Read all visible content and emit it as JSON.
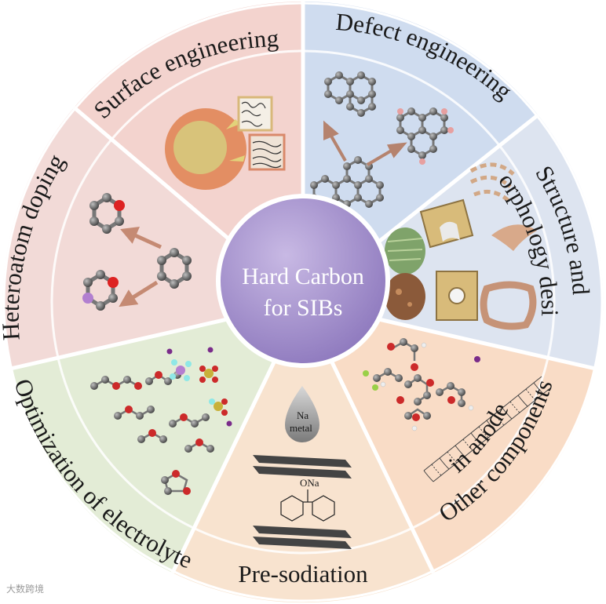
{
  "center": {
    "line1": "Hard Carbon",
    "line2": "for SIBs"
  },
  "sectors": [
    {
      "key": "surface",
      "label": "Surface engineering"
    },
    {
      "key": "defect",
      "label": "Defect engineering"
    },
    {
      "key": "structure",
      "label_line1": "Structure and",
      "label_line2": "morphology design"
    },
    {
      "key": "other",
      "label_line1": "Other components",
      "label_line2": "in anode"
    },
    {
      "key": "presodiation",
      "label": "Pre-sodiation"
    },
    {
      "key": "electrolyte",
      "label": "Optimization of electrolyte"
    },
    {
      "key": "heteroatom",
      "label": "Heteroatom doping"
    }
  ],
  "annotations": {
    "na_metal_line1": "Na",
    "na_metal_line2": "metal",
    "ona": "ONa"
  },
  "watermark": "大数跨境",
  "colors": {
    "surface": "#f3d3ce",
    "defect": "#cfdcef",
    "structure": "#dde4f0",
    "other": "#f9dcc6",
    "presodiation": "#f8e3cf",
    "electrolyte": "#e3ecd6",
    "heteroatom": "#f2dad7",
    "center": "#9a86c6",
    "arrow": "#b5836e",
    "atom": "#6b6b6b"
  }
}
